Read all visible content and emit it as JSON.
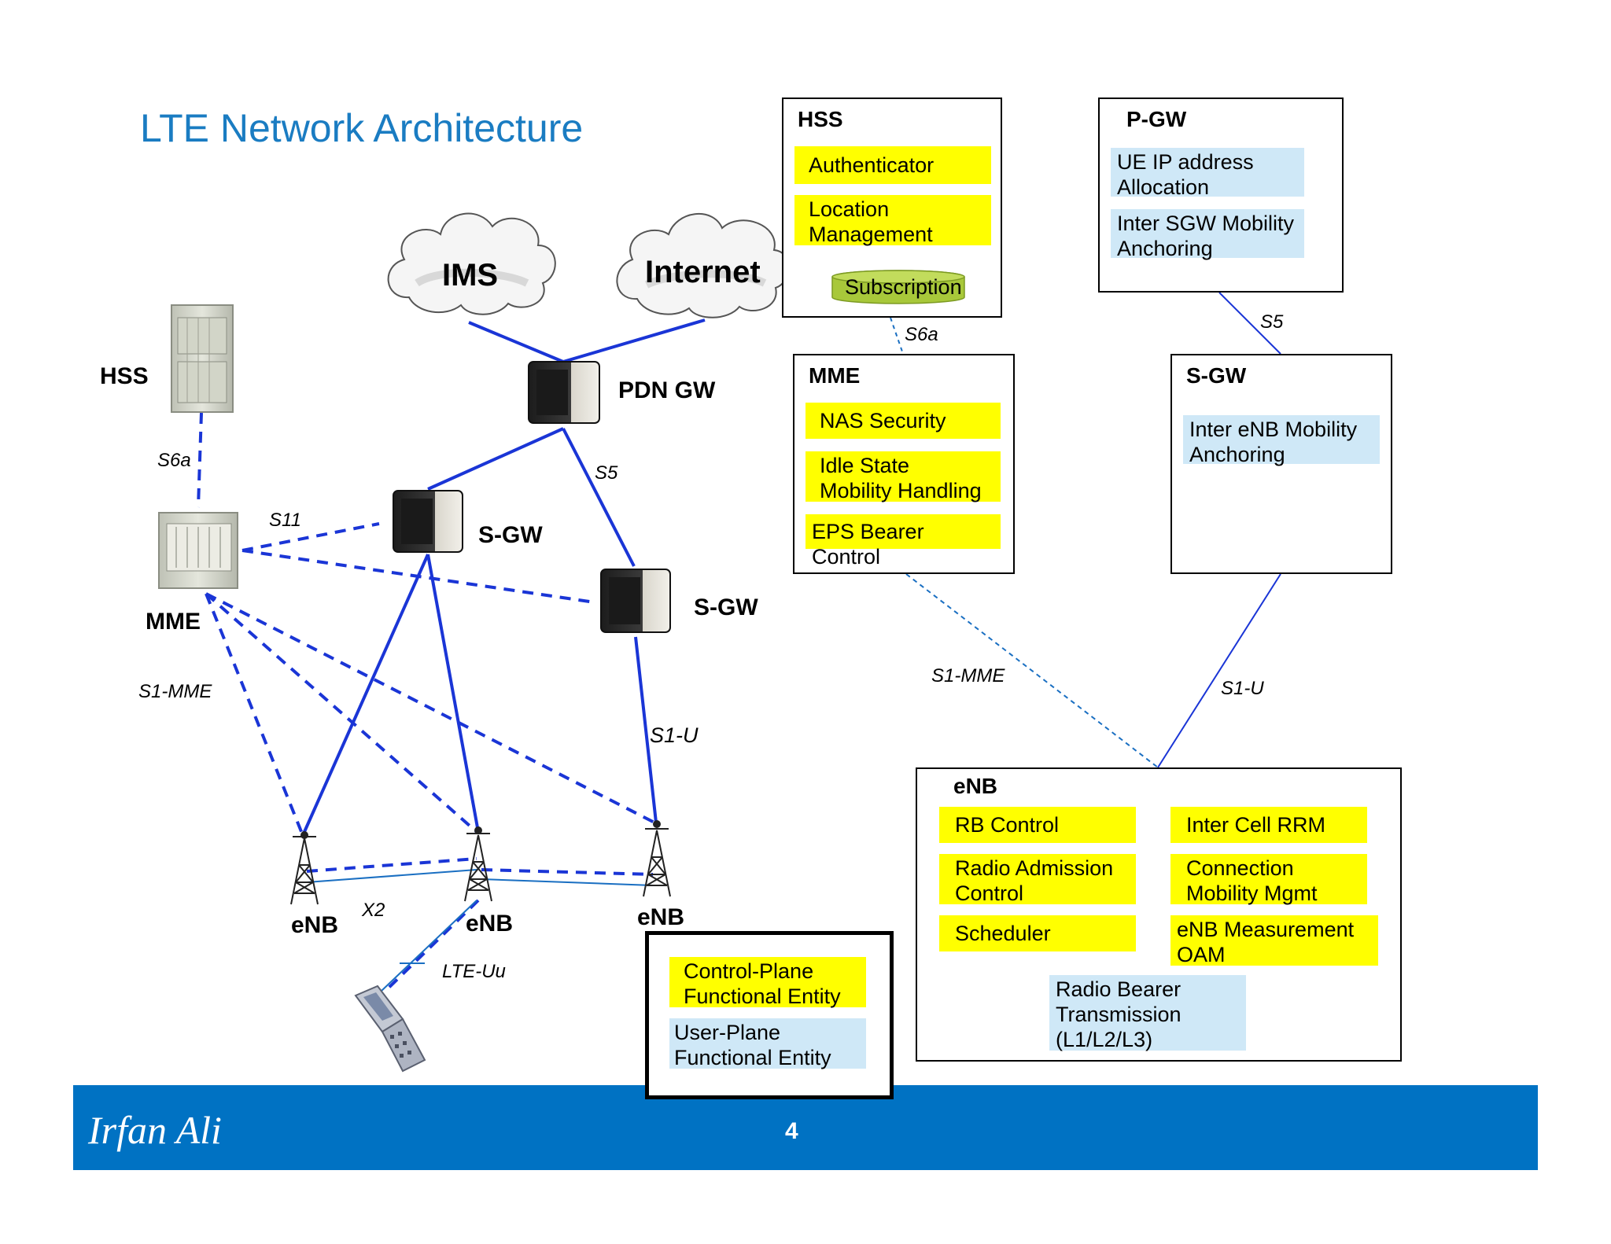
{
  "title": "LTE Network Architecture",
  "diagram": {
    "clouds": {
      "ims": "IMS",
      "internet": "Internet"
    },
    "nodes": {
      "hss": "HSS",
      "mme": "MME",
      "pdn_gw": "PDN GW",
      "sgw_1": "S-GW",
      "sgw_2": "S-GW",
      "enb_1": "eNB",
      "enb_2": "eNB",
      "enb_3": "eNB"
    },
    "interfaces": {
      "s6a": "S6a",
      "s11": "S11",
      "s5": "S5",
      "s1_mme": "S1-MME",
      "s1_u": "S1-U",
      "x2": "X2",
      "lte_uu": "LTE-Uu"
    }
  },
  "functions": {
    "hss": {
      "title": "HSS",
      "items": [
        "Authenticator",
        "Location\nManagement"
      ],
      "subscription": "Subscription"
    },
    "pgw": {
      "title": "P-GW",
      "items": [
        "UE IP address\nAllocation",
        "Inter SGW Mobility\nAnchoring"
      ]
    },
    "mme": {
      "title": "MME",
      "items": [
        "NAS Security",
        "Idle State\nMobility Handling",
        "EPS Bearer Control"
      ]
    },
    "sgw": {
      "title": "S-GW",
      "items": [
        "Inter eNB Mobility\nAnchoring"
      ]
    },
    "enb": {
      "title": "eNB",
      "items": [
        "RB Control",
        "Radio Admission\nControl",
        "Scheduler",
        "Inter Cell RRM",
        "Connection\nMobility Mgmt",
        "eNB Measurement\nOAM",
        "Radio Bearer\nTransmission\n(L1/L2/L3)"
      ]
    },
    "links": {
      "s6a": "S6a",
      "s5": "S5",
      "s1_mme": "S1-MME",
      "s1_u": "S1-U"
    }
  },
  "legend": {
    "control_plane": "Control-Plane\nFunctional Entity",
    "user_plane": "User-Plane\nFunctional Entity"
  },
  "footer": {
    "author": "Irfan Ali",
    "page": "4"
  },
  "colors": {
    "title": "#1a7cc2",
    "link": "#1a35d6",
    "control_plane": "#ffff00",
    "user_plane": "#cfe8f7",
    "footer": "#0072c3",
    "subscription": "#a8c83a"
  }
}
